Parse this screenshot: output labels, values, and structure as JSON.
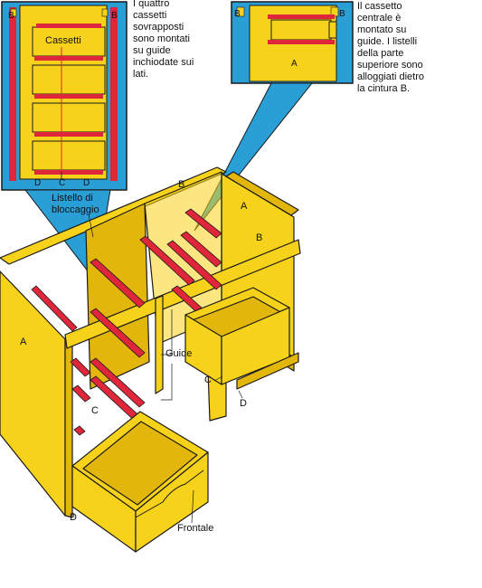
{
  "notes": {
    "left": [
      "I quattro",
      "cassetti",
      "sovrapposti",
      "sono montati",
      "su guide",
      "inchiodate sui",
      "lati."
    ],
    "right": [
      "Il cassetto",
      "centrale è",
      "montato su",
      "guide. I listelli",
      "della parte",
      "superiore sono",
      "alloggiati dietro",
      "la cintura B."
    ]
  },
  "inset_left": {
    "corner_left": "B",
    "corner_right": "B",
    "title": "Cassetti",
    "bottom_left": "D",
    "bottom_center": "C",
    "bottom_right": "D"
  },
  "inset_right": {
    "corner_left": "B",
    "corner_right": "B",
    "center": "A"
  },
  "labels": {
    "listello_line1": "Listello di",
    "listello_line2": "bloccaggio",
    "b_top": "B",
    "b_right": "B",
    "a_right": "A",
    "a_left": "A",
    "guide": "Guide",
    "c_left": "C",
    "c_right": "C",
    "d_right": "D",
    "d_left": "D",
    "frontale": "Frontale"
  },
  "colors": {
    "wood": "#f7d21a",
    "wood_dark": "#e3b60c",
    "rail": "#e0263a",
    "inset_bg": "#2a9fd6",
    "outline": "#1a1a1a"
  }
}
